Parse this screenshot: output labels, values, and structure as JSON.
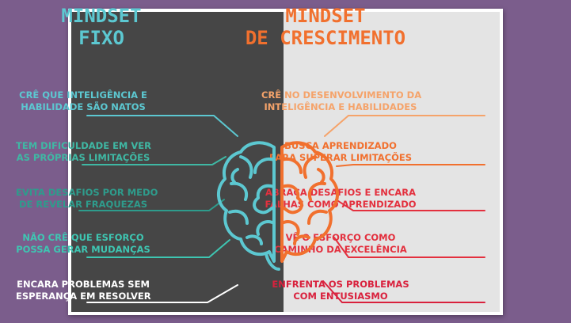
{
  "colors": {
    "background": "#7b5d8c",
    "left_panel": "#464646",
    "right_panel": "#e4e4e4",
    "cyan": "#5cc8d1",
    "teal": "#3aa99a",
    "orange": "#f1702e",
    "light_orange": "#f5a36a",
    "red": "#d9213d",
    "white": "#ffffff"
  },
  "left": {
    "title_line1": "MINDSET",
    "title_line2": "FIXO",
    "items": [
      {
        "line1": "CRÊ QUE INTELIGÊNCIA E",
        "line2": "HABILIDADE SÃO NATOS",
        "color": "#5cc8d1"
      },
      {
        "line1": "TEM DIFICULDADE EM VER",
        "line2": "AS PRÓPRIAS LIMITAÇÕES",
        "color": "#3fb8a4"
      },
      {
        "line1": "EVITA DESAFIOS POR MEDO",
        "line2": "DE REVELAR FRAQUEZAS",
        "color": "#2e9c8c"
      },
      {
        "line1": "NÃO CRÊ QUE ESFORÇO",
        "line2": "POSSA GERAR MUDANÇAS",
        "color": "#3ec6b2"
      },
      {
        "line1": "ENCARA PROBLEMAS SEM",
        "line2": "ESPERANÇA EM RESOLVER",
        "color": "#ffffff"
      }
    ]
  },
  "right": {
    "title_line1": "MINDSET",
    "title_line2": "DE CRESCIMENTO",
    "items": [
      {
        "line1": "CRÊ NO DESENVOLVIMENTO DA",
        "line2": "INTELIGÊNCIA E HABILIDADES",
        "color": "#f5a36a"
      },
      {
        "line1": "BUSCA APRENDIZADO",
        "line2": "PARA SUPERAR LIMITAÇÕES",
        "color": "#f1702e"
      },
      {
        "line1": "ABRAÇA DESAFIOS E ENCARA",
        "line2": "FALHAS COMO APRENDIZADO",
        "color": "#e3303e"
      },
      {
        "line1": "VÊ O ESFORÇO COMO",
        "line2": "CAMINHO DA EXCELÊNCIA",
        "color": "#e3303e"
      },
      {
        "line1": "ENFRENTA OS PROBLEMAS",
        "line2": "COM ENTUSIASMO",
        "color": "#d9213d"
      }
    ]
  }
}
